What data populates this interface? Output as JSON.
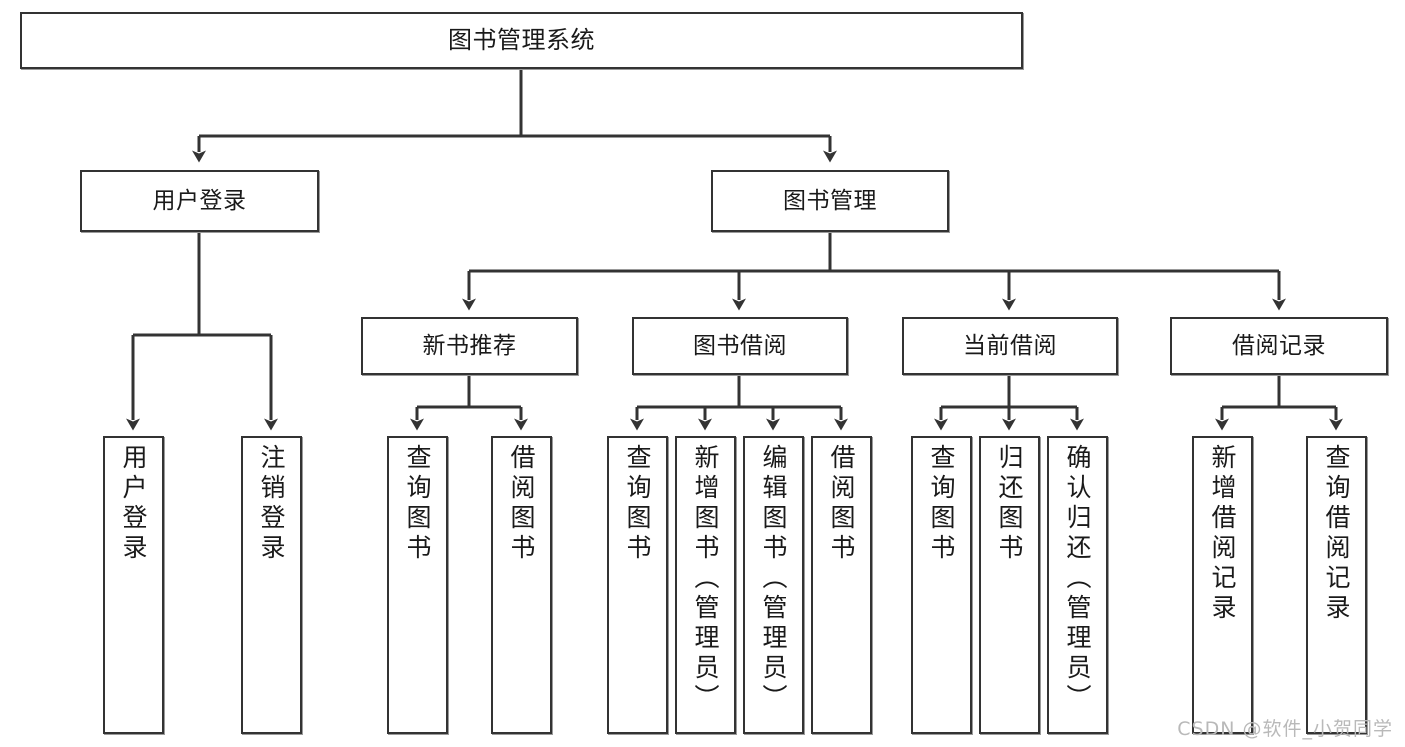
{
  "diagram": {
    "title": "图书管理系统",
    "type": "tree-hierarchy-chart",
    "watermark": "CSDN @软件_小贺同学",
    "nodes": {
      "root": {
        "label": "图书管理系统"
      },
      "level2": [
        {
          "id": "user-login",
          "label": "用户登录"
        },
        {
          "id": "book-management",
          "label": "图书管理"
        }
      ],
      "level3": [
        {
          "id": "new-book-recommend",
          "label": "新书推荐"
        },
        {
          "id": "book-borrow",
          "label": "图书借阅"
        },
        {
          "id": "current-borrow",
          "label": "当前借阅"
        },
        {
          "id": "borrow-record",
          "label": "借阅记录"
        }
      ],
      "leaves": [
        {
          "id": "leaf-user-login",
          "label": "用户登录",
          "parent": "user-login"
        },
        {
          "id": "leaf-logout-login",
          "label": "注销登录",
          "parent": "user-login"
        },
        {
          "id": "leaf-query-book-1",
          "label": "查询图书",
          "parent": "new-book-recommend"
        },
        {
          "id": "leaf-borrow-book-1",
          "label": "借阅图书",
          "parent": "new-book-recommend"
        },
        {
          "id": "leaf-query-book-2",
          "label": "查询图书",
          "parent": "book-borrow"
        },
        {
          "id": "leaf-add-book",
          "label": "新增图书（管理员）",
          "parent": "book-borrow"
        },
        {
          "id": "leaf-edit-book",
          "label": "编辑图书（管理员）",
          "parent": "book-borrow"
        },
        {
          "id": "leaf-borrow-book-2",
          "label": "借阅图书",
          "parent": "book-borrow"
        },
        {
          "id": "leaf-query-book-3",
          "label": "查询图书",
          "parent": "current-borrow"
        },
        {
          "id": "leaf-return-book",
          "label": "归还图书",
          "parent": "current-borrow"
        },
        {
          "id": "leaf-confirm-return",
          "label": "确认归还（管理员）",
          "parent": "current-borrow"
        },
        {
          "id": "leaf-add-record",
          "label": "新增借阅记录",
          "parent": "borrow-record"
        },
        {
          "id": "leaf-query-record",
          "label": "查询借阅记录",
          "parent": "borrow-record"
        }
      ]
    },
    "colors": {
      "stroke": "#333333",
      "fill": "#ffffff",
      "text": "#1a1a1a",
      "watermark": "#b9b9b9"
    }
  }
}
